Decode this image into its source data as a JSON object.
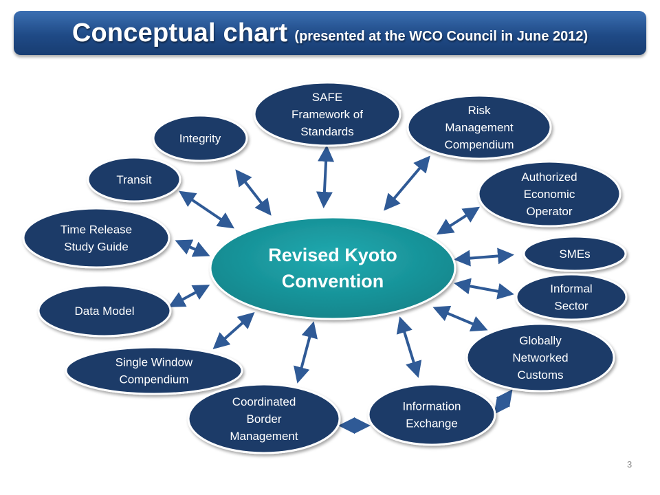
{
  "title": {
    "main": "Conceptual chart",
    "sub": "(presented at the WCO Council in June 2012)"
  },
  "center": {
    "lines": [
      "Revised Kyoto",
      "Convention"
    ]
  },
  "nodes": [
    {
      "id": "safe-framework",
      "lines": [
        "SAFE",
        "Framework of",
        "Standards"
      ]
    },
    {
      "id": "risk-management",
      "lines": [
        "Risk",
        "Management",
        "Compendium"
      ]
    },
    {
      "id": "integrity",
      "lines": [
        "Integrity"
      ]
    },
    {
      "id": "transit",
      "lines": [
        "Transit"
      ]
    },
    {
      "id": "authorized-economic-operator",
      "lines": [
        "Authorized",
        "Economic",
        "Operator"
      ]
    },
    {
      "id": "time-release",
      "lines": [
        "Time Release",
        "Study Guide"
      ]
    },
    {
      "id": "smes",
      "lines": [
        "SMEs"
      ]
    },
    {
      "id": "informal-sector",
      "lines": [
        "Informal",
        "Sector"
      ]
    },
    {
      "id": "data-model",
      "lines": [
        "Data Model"
      ]
    },
    {
      "id": "globally-networked-customs",
      "lines": [
        "Globally",
        "Networked",
        "Customs"
      ]
    },
    {
      "id": "single-window",
      "lines": [
        "Single Window",
        "Compendium"
      ]
    },
    {
      "id": "coordinated-border-management",
      "lines": [
        "Coordinated",
        "Border",
        "Management"
      ]
    },
    {
      "id": "information-exchange",
      "lines": [
        "Information",
        "Exchange"
      ]
    }
  ],
  "colors": {
    "node": "#1b3a68",
    "center": "#179aa0",
    "arrow": "#2f5a96",
    "title_bar": "#1f4a86"
  },
  "page_number": "3"
}
